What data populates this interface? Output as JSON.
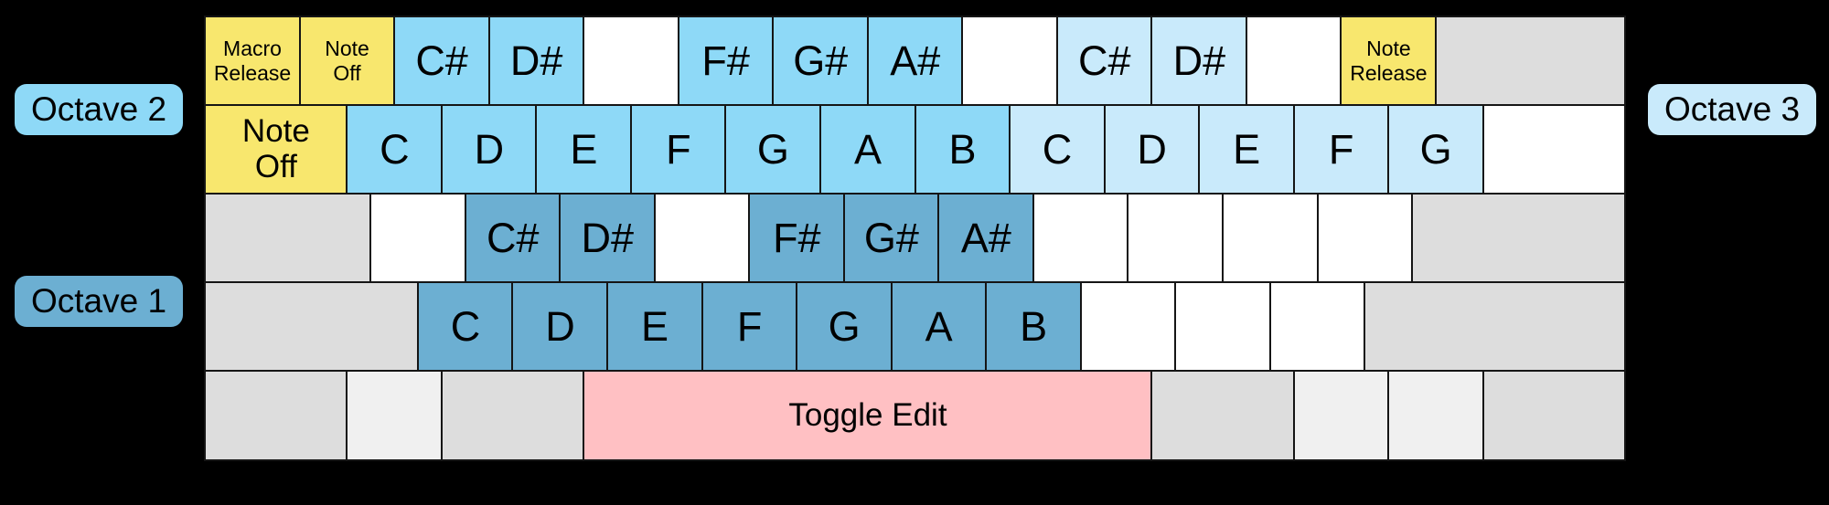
{
  "palette": {
    "background": "#000000",
    "border": "#151515",
    "text": "#000000",
    "yellow": "#f8e76e",
    "oct2": "#8ed9f7",
    "oct3": "#c9eafb",
    "oct1": "#6cafd2",
    "pink": "#ffc0c3",
    "gray": "#dddddd",
    "graylight": "#f0f0f0",
    "white": "#ffffff"
  },
  "octave_labels": {
    "octave1": "Octave 1",
    "octave2": "Octave 2",
    "octave3": "Octave 3"
  },
  "keyboard": {
    "rows": [
      {
        "keys": [
          {
            "name": "key-macro-release",
            "label": "Macro\nRelease",
            "color": "yellow",
            "w": 1,
            "size": "s"
          },
          {
            "name": "key-note-off",
            "label": "Note\nOff",
            "color": "yellow",
            "w": 1,
            "size": "s"
          },
          {
            "name": "key-note-csharp-oct2",
            "label": "C#",
            "color": "oct2",
            "w": 1,
            "size": "l"
          },
          {
            "name": "key-note-dsharp-oct2",
            "label": "D#",
            "color": "oct2",
            "w": 1,
            "size": "l"
          },
          {
            "name": "key-blank",
            "label": "",
            "color": "white",
            "w": 1,
            "size": "l"
          },
          {
            "name": "key-note-fsharp-oct2",
            "label": "F#",
            "color": "oct2",
            "w": 1,
            "size": "l"
          },
          {
            "name": "key-note-gsharp-oct2",
            "label": "G#",
            "color": "oct2",
            "w": 1,
            "size": "l"
          },
          {
            "name": "key-note-asharp-oct2",
            "label": "A#",
            "color": "oct2",
            "w": 1,
            "size": "l"
          },
          {
            "name": "key-blank",
            "label": "",
            "color": "white",
            "w": 1,
            "size": "l"
          },
          {
            "name": "key-note-csharp-oct3",
            "label": "C#",
            "color": "oct3",
            "w": 1,
            "size": "l"
          },
          {
            "name": "key-note-dsharp-oct3",
            "label": "D#",
            "color": "oct3",
            "w": 1,
            "size": "l"
          },
          {
            "name": "key-blank",
            "label": "",
            "color": "white",
            "w": 1,
            "size": "l"
          },
          {
            "name": "key-note-release",
            "label": "Note\nRelease",
            "color": "yellow",
            "w": 1,
            "size": "s"
          },
          {
            "name": "key-inactive",
            "label": "",
            "color": "gray",
            "w": 2,
            "size": "l"
          }
        ]
      },
      {
        "keys": [
          {
            "name": "key-note-off-wide",
            "label": "Note\nOff",
            "color": "yellow",
            "w": 1.5,
            "size": "m"
          },
          {
            "name": "key-note-c-oct2",
            "label": "C",
            "color": "oct2",
            "w": 1,
            "size": "l"
          },
          {
            "name": "key-note-d-oct2",
            "label": "D",
            "color": "oct2",
            "w": 1,
            "size": "l"
          },
          {
            "name": "key-note-e-oct2",
            "label": "E",
            "color": "oct2",
            "w": 1,
            "size": "l"
          },
          {
            "name": "key-note-f-oct2",
            "label": "F",
            "color": "oct2",
            "w": 1,
            "size": "l"
          },
          {
            "name": "key-note-g-oct2",
            "label": "G",
            "color": "oct2",
            "w": 1,
            "size": "l"
          },
          {
            "name": "key-note-a-oct2",
            "label": "A",
            "color": "oct2",
            "w": 1,
            "size": "l"
          },
          {
            "name": "key-note-b-oct2",
            "label": "B",
            "color": "oct2",
            "w": 1,
            "size": "l"
          },
          {
            "name": "key-note-c-oct3",
            "label": "C",
            "color": "oct3",
            "w": 1,
            "size": "l"
          },
          {
            "name": "key-note-d-oct3",
            "label": "D",
            "color": "oct3",
            "w": 1,
            "size": "l"
          },
          {
            "name": "key-note-e-oct3",
            "label": "E",
            "color": "oct3",
            "w": 1,
            "size": "l"
          },
          {
            "name": "key-note-f-oct3",
            "label": "F",
            "color": "oct3",
            "w": 1,
            "size": "l"
          },
          {
            "name": "key-note-g-oct3",
            "label": "G",
            "color": "oct3",
            "w": 1,
            "size": "l"
          },
          {
            "name": "key-blank",
            "label": "",
            "color": "white",
            "w": 1.5,
            "size": "l"
          }
        ]
      },
      {
        "keys": [
          {
            "name": "key-inactive",
            "label": "",
            "color": "gray",
            "w": 1.75,
            "size": "l"
          },
          {
            "name": "key-blank",
            "label": "",
            "color": "white",
            "w": 1,
            "size": "l"
          },
          {
            "name": "key-note-csharp-oct1",
            "label": "C#",
            "color": "oct1",
            "w": 1,
            "size": "l"
          },
          {
            "name": "key-note-dsharp-oct1",
            "label": "D#",
            "color": "oct1",
            "w": 1,
            "size": "l"
          },
          {
            "name": "key-blank",
            "label": "",
            "color": "white",
            "w": 1,
            "size": "l"
          },
          {
            "name": "key-note-fsharp-oct1",
            "label": "F#",
            "color": "oct1",
            "w": 1,
            "size": "l"
          },
          {
            "name": "key-note-gsharp-oct1",
            "label": "G#",
            "color": "oct1",
            "w": 1,
            "size": "l"
          },
          {
            "name": "key-note-asharp-oct1",
            "label": "A#",
            "color": "oct1",
            "w": 1,
            "size": "l"
          },
          {
            "name": "key-blank",
            "label": "",
            "color": "white",
            "w": 1,
            "size": "l"
          },
          {
            "name": "key-blank",
            "label": "",
            "color": "white",
            "w": 1,
            "size": "l"
          },
          {
            "name": "key-blank",
            "label": "",
            "color": "white",
            "w": 1,
            "size": "l"
          },
          {
            "name": "key-blank",
            "label": "",
            "color": "white",
            "w": 1,
            "size": "l"
          },
          {
            "name": "key-inactive",
            "label": "",
            "color": "gray",
            "w": 2.25,
            "size": "l"
          }
        ]
      },
      {
        "keys": [
          {
            "name": "key-inactive",
            "label": "",
            "color": "gray",
            "w": 2.25,
            "size": "l"
          },
          {
            "name": "key-note-c-oct1",
            "label": "C",
            "color": "oct1",
            "w": 1,
            "size": "l"
          },
          {
            "name": "key-note-d-oct1",
            "label": "D",
            "color": "oct1",
            "w": 1,
            "size": "l"
          },
          {
            "name": "key-note-e-oct1",
            "label": "E",
            "color": "oct1",
            "w": 1,
            "size": "l"
          },
          {
            "name": "key-note-f-oct1",
            "label": "F",
            "color": "oct1",
            "w": 1,
            "size": "l"
          },
          {
            "name": "key-note-g-oct1",
            "label": "G",
            "color": "oct1",
            "w": 1,
            "size": "l"
          },
          {
            "name": "key-note-a-oct1",
            "label": "A",
            "color": "oct1",
            "w": 1,
            "size": "l"
          },
          {
            "name": "key-note-b-oct1",
            "label": "B",
            "color": "oct1",
            "w": 1,
            "size": "l"
          },
          {
            "name": "key-blank",
            "label": "",
            "color": "white",
            "w": 1,
            "size": "l"
          },
          {
            "name": "key-blank",
            "label": "",
            "color": "white",
            "w": 1,
            "size": "l"
          },
          {
            "name": "key-blank",
            "label": "",
            "color": "white",
            "w": 1,
            "size": "l"
          },
          {
            "name": "key-inactive",
            "label": "",
            "color": "gray",
            "w": 2.75,
            "size": "l"
          }
        ]
      },
      {
        "keys": [
          {
            "name": "key-inactive",
            "label": "",
            "color": "gray",
            "w": 1.5,
            "size": "l"
          },
          {
            "name": "key-inactive",
            "label": "",
            "color": "graylight",
            "w": 1,
            "size": "l"
          },
          {
            "name": "key-inactive",
            "label": "",
            "color": "gray",
            "w": 1.5,
            "size": "l"
          },
          {
            "name": "key-toggle-edit",
            "label": "Toggle Edit",
            "color": "pink",
            "w": 6,
            "size": "m"
          },
          {
            "name": "key-inactive",
            "label": "",
            "color": "gray",
            "w": 1.5,
            "size": "l"
          },
          {
            "name": "key-inactive",
            "label": "",
            "color": "graylight",
            "w": 1,
            "size": "l"
          },
          {
            "name": "key-inactive",
            "label": "",
            "color": "graylight",
            "w": 1,
            "size": "l"
          },
          {
            "name": "key-inactive",
            "label": "",
            "color": "gray",
            "w": 1.5,
            "size": "l"
          }
        ]
      }
    ]
  }
}
